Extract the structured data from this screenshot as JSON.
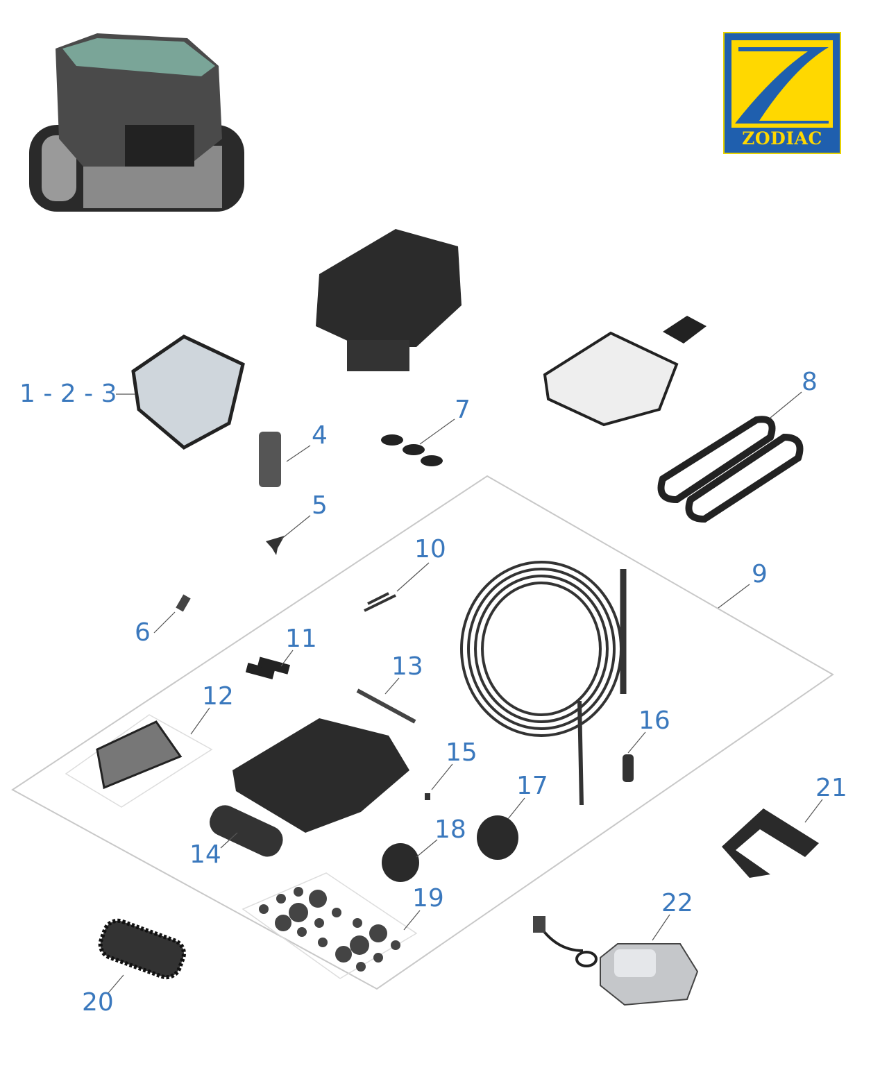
{
  "logo": {
    "brand": "ZODIAC",
    "colors": {
      "blue": "#1f5fae",
      "yellow": "#ffd800"
    }
  },
  "label_color": "#3a78bd",
  "callouts": [
    {
      "id": "c123",
      "text": "1 - 2 - 3"
    },
    {
      "id": "c4",
      "text": "4"
    },
    {
      "id": "c5",
      "text": "5"
    },
    {
      "id": "c6",
      "text": "6"
    },
    {
      "id": "c7",
      "text": "7"
    },
    {
      "id": "c8",
      "text": "8"
    },
    {
      "id": "c9",
      "text": "9"
    },
    {
      "id": "c10",
      "text": "10"
    },
    {
      "id": "c11",
      "text": "11"
    },
    {
      "id": "c12",
      "text": "12"
    },
    {
      "id": "c13",
      "text": "13"
    },
    {
      "id": "c14",
      "text": "14"
    },
    {
      "id": "c15",
      "text": "15"
    },
    {
      "id": "c16",
      "text": "16"
    },
    {
      "id": "c17",
      "text": "17"
    },
    {
      "id": "c18",
      "text": "18"
    },
    {
      "id": "c19",
      "text": "19"
    },
    {
      "id": "c20",
      "text": "20"
    },
    {
      "id": "c21",
      "text": "21"
    },
    {
      "id": "c22",
      "text": "22"
    }
  ]
}
